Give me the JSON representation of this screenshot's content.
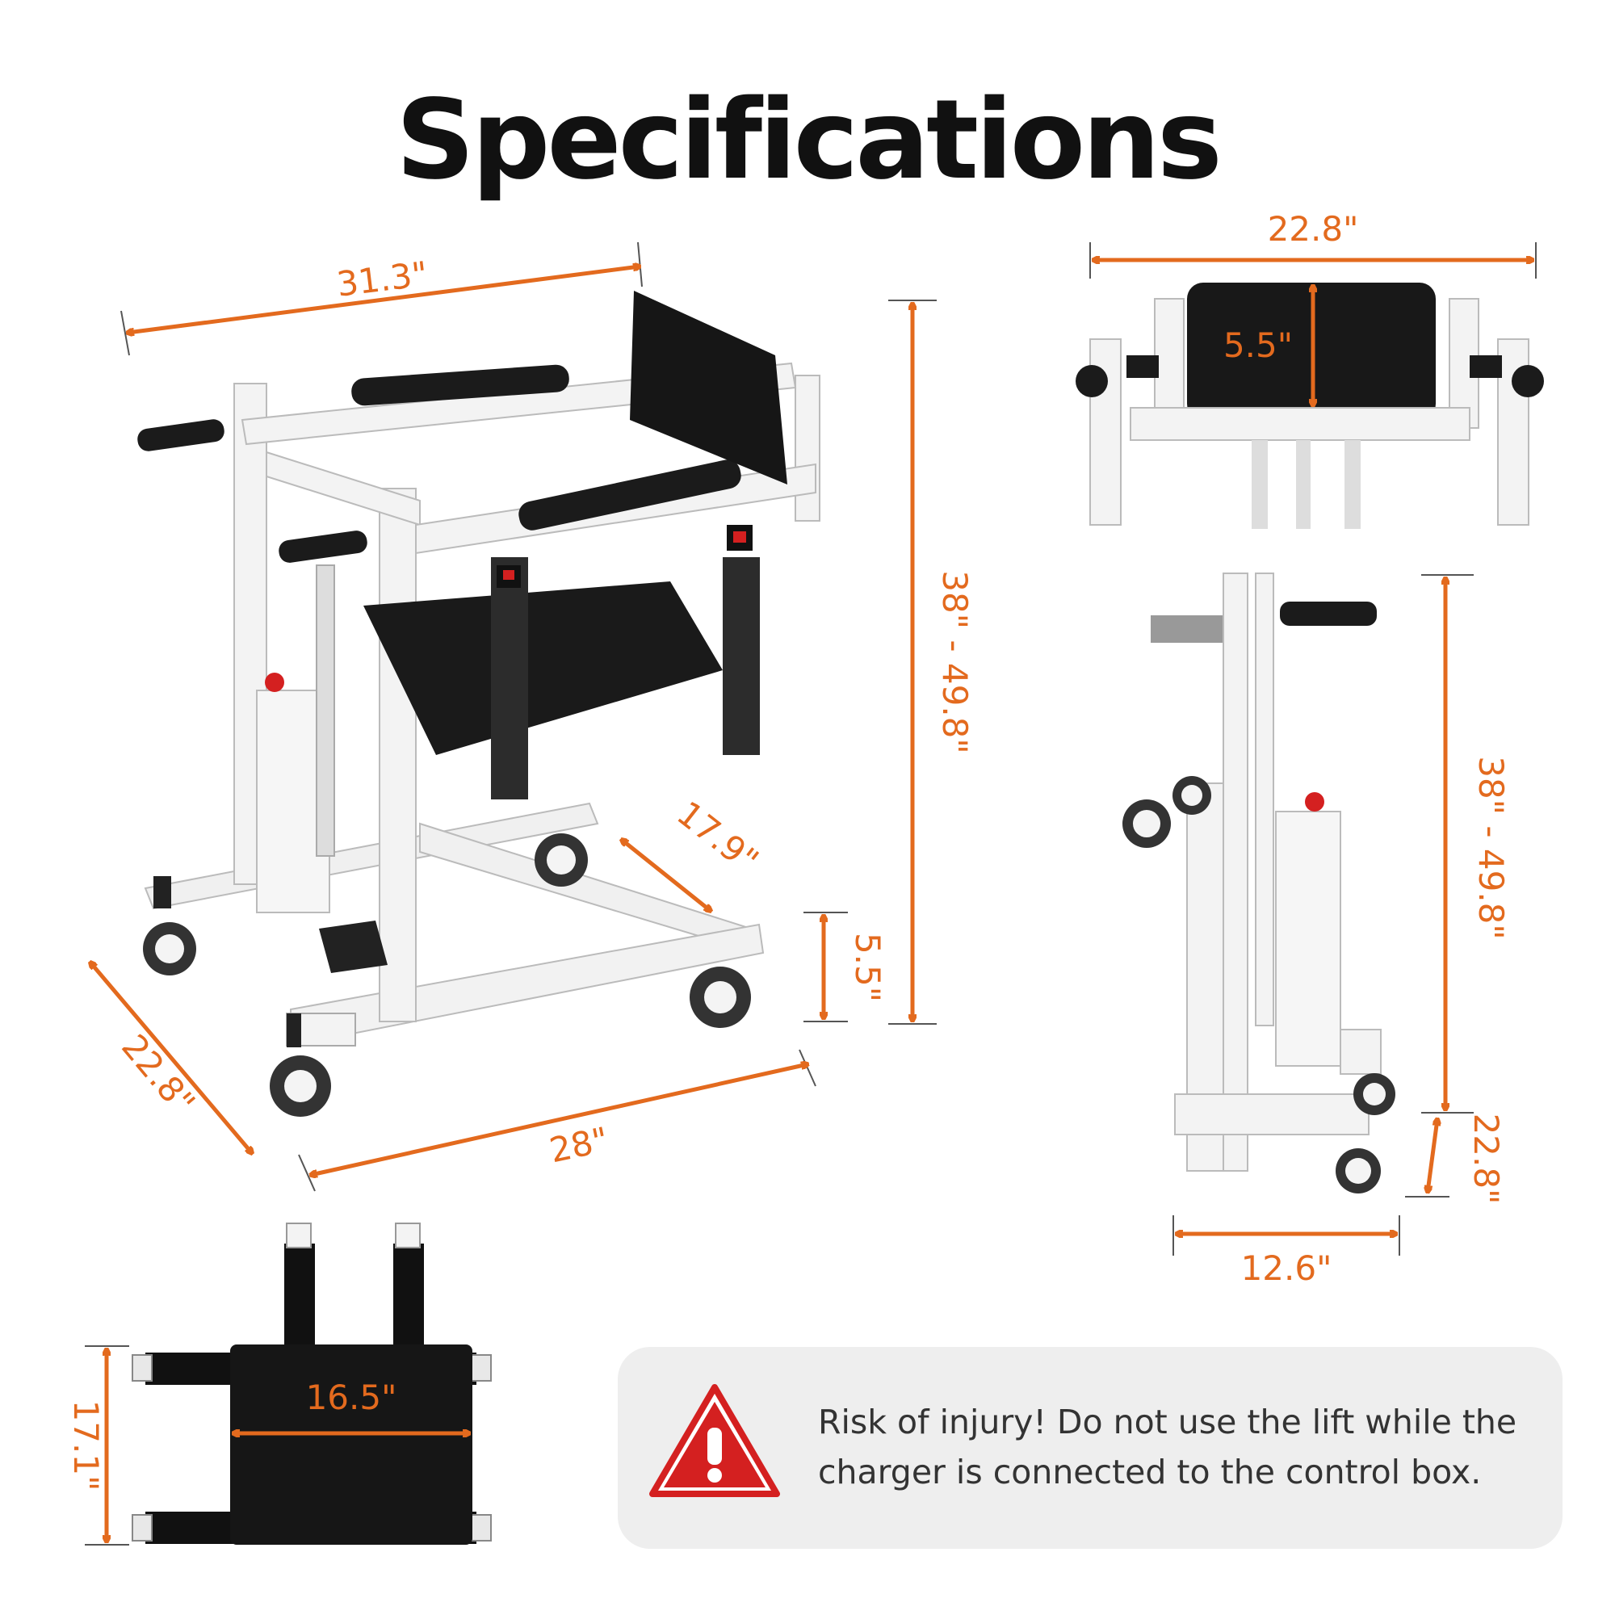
{
  "title": "Specifications",
  "main_view": {
    "depth_top": "31.3\"",
    "height": "38\" - 49.8\"",
    "seat_depth": "17.9\"",
    "base_clearance": "5.5\"",
    "base_width": "22.8\"",
    "base_length": "28\""
  },
  "top_view": {
    "width": "22.8\"",
    "backrest_height": "5.5\""
  },
  "side_view": {
    "height": "38\" - 49.8\"",
    "depth": "22.8\"",
    "width": "12.6\""
  },
  "sling_view": {
    "height": "17.1\"",
    "width": "16.5\""
  },
  "warning": {
    "icon": "warning-triangle-icon",
    "text": "Risk of injury! Do not use the lift while the charger is connected to the control box."
  },
  "colors": {
    "accent": "#e36a1e",
    "warning_red": "#d42020",
    "frame": "#f1f1f1",
    "upholstery": "#151515"
  }
}
